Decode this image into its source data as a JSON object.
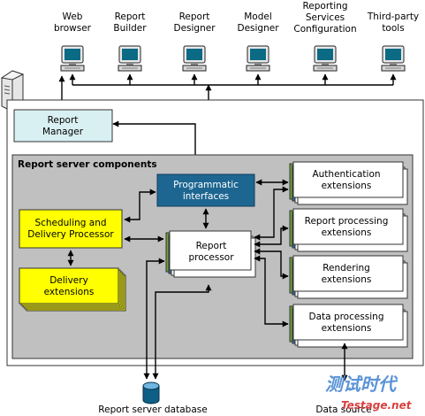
{
  "clients": [
    {
      "line1": "Web",
      "line2": "browser"
    },
    {
      "line1": "Report",
      "line2": "Builder"
    },
    {
      "line1": "Report",
      "line2": "Designer"
    },
    {
      "line1": "Model",
      "line2": "Designer"
    },
    {
      "line1": "Reporting",
      "line2": "Services",
      "line3": "Configuration"
    },
    {
      "line1": "Third-party",
      "line2": "tools"
    }
  ],
  "report_manager": {
    "line1": "Report",
    "line2": "Manager"
  },
  "components_title": "Report server components",
  "programmatic_interfaces": {
    "line1": "Programmatic",
    "line2": "interfaces"
  },
  "scheduling": {
    "line1": "Scheduling and",
    "line2": "Delivery Processor"
  },
  "delivery": {
    "line1": "Delivery",
    "line2": "extensions"
  },
  "report_processor": {
    "line1": "Report",
    "line2": "processor"
  },
  "extensions": [
    {
      "line1": "Authentication",
      "line2": "extensions"
    },
    {
      "line1": "Report processing",
      "line2": "extensions"
    },
    {
      "line1": "Rendering",
      "line2": "extensions"
    },
    {
      "line1": "Data processing",
      "line2": "extensions"
    }
  ],
  "database_label": "Report server database",
  "data_source_label": "Data source",
  "watermark": {
    "cn": "测试时代",
    "url": "Testage.net"
  },
  "colors": {
    "gray_panel": "#c0c0c0",
    "report_manager_fill": "#d9f0f2",
    "programmatic_fill": "#1d6691",
    "yellow_fill": "#ffff00",
    "stack_green": "#6ea33c",
    "stack_blue": "#2f6fa6",
    "watermark_blue": "#5a93d6"
  }
}
